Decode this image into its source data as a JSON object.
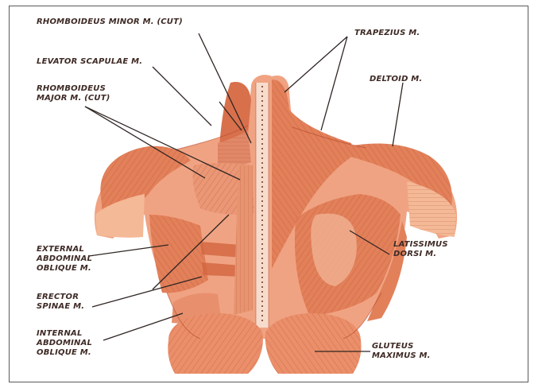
{
  "colors": {
    "muscle": "#e2805a",
    "muscle_dark": "#b2452a",
    "muscle_light": "#f4b996",
    "label_text": "#3e2a25",
    "leader_line": "#2f2522",
    "frame": "#5a5a5a"
  },
  "labels": {
    "rhomboideus_minor": "RHOMBOIDEUS MINOR M. (CUT)",
    "trapezius": "TRAPEZIUS M.",
    "levator_scapulae": "LEVATOR SCAPULAE M.",
    "deltoid": "DELTOID M.",
    "rhomboideus_major": "RHOMBOIDEUS\nMAJOR M.  (CUT)",
    "external_oblique": "EXTERNAL\nABDOMINAL\nOBLIQUE M.",
    "latissimus_dorsi": "LATISSIMUS\nDORSI M.",
    "erector_spinae": "ERECTOR\nSPINAE M.",
    "internal_oblique": "INTERNAL\nABDOMINAL\nOBLIQUE M.",
    "gluteus_maximus": "GLUTEUS\nMAXIMUS M."
  }
}
